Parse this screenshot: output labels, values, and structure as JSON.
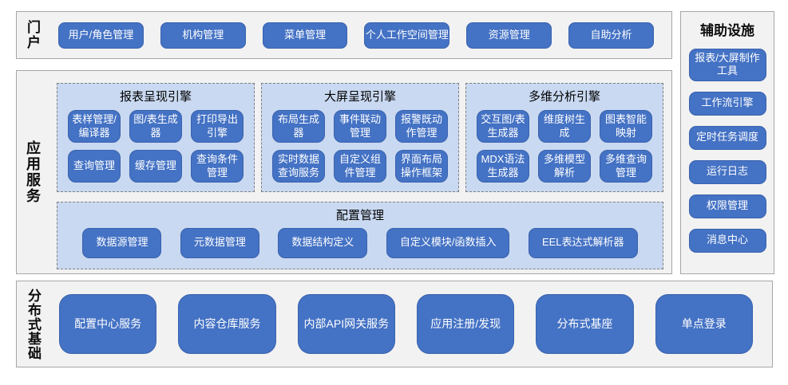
{
  "portal": {
    "label": "门户",
    "buttons": [
      "用户/角色管理",
      "机构管理",
      "菜单管理",
      "个人工作空间管理",
      "资源管理",
      "自助分析"
    ]
  },
  "app_services": {
    "label": "应用服务",
    "engines": [
      {
        "title": "报表呈现引擎",
        "buttons": [
          "表样管理/编译器",
          "图/表生成器",
          "打印导出引擎",
          "查询管理",
          "缓存管理",
          "查询条件管理"
        ]
      },
      {
        "title": "大屏呈现引擎",
        "buttons": [
          "布局生成器",
          "事件联动管理",
          "报警既动作管理",
          "实时数据查询服务",
          "自定义组件管理",
          "界面布局操作框架"
        ]
      },
      {
        "title": "多维分析引擎",
        "buttons": [
          "交互图/表生成器",
          "维度树生成",
          "图表智能映射",
          "MDX语法生成器",
          "多维模型解析",
          "多维查询管理"
        ]
      }
    ],
    "config": {
      "title": "配置管理",
      "buttons": [
        "数据源管理",
        "元数据管理",
        "数据结构定义",
        "自定义模块/函数插入",
        "EEL表达式解析器"
      ]
    }
  },
  "auxiliary": {
    "title": "辅助设施",
    "buttons": [
      "报表/大屏制作工具",
      "工作流引擎",
      "定时任务调度",
      "运行日志",
      "权限管理",
      "消息中心"
    ]
  },
  "distributed": {
    "label": "分布式基础",
    "buttons": [
      "配置中心服务",
      "内容仓库服务",
      "内部API网关服务",
      "应用注册/发现",
      "分布式基座",
      "单点登录"
    ]
  },
  "colors": {
    "button_blue": "#4472c4",
    "button_border": "#3a62ae",
    "panel_light_blue": "#c9d9f1",
    "section_gray": "#f2f2f2",
    "section_border": "#a6a6a6",
    "dashed_border": "#7f7f7f"
  }
}
